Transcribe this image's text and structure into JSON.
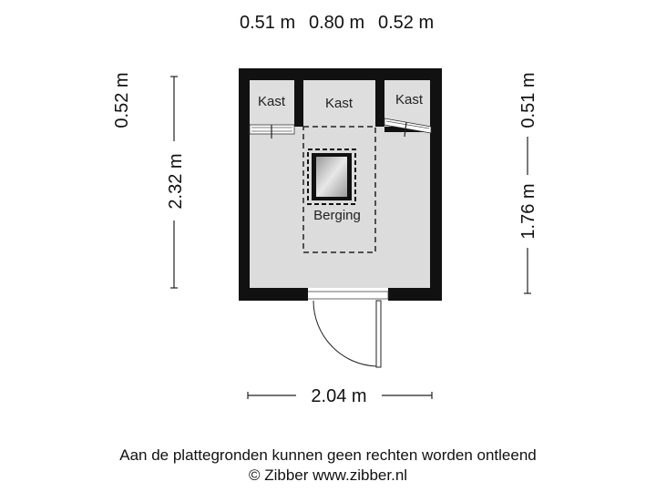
{
  "dimensions": {
    "top_left": "0.51 m",
    "top_middle": "0.80 m",
    "top_right": "0.52 m",
    "left_top": "0.52 m",
    "left_main": "2.32 m",
    "right_top": "0.51 m",
    "right_main": "1.76 m",
    "bottom": "2.04 m"
  },
  "rooms": {
    "closet_left": "Kast",
    "closet_middle": "Kast",
    "closet_right": "Kast",
    "storage": "Berging"
  },
  "footer": {
    "disclaimer": "Aan de plattegronden kunnen geen rechten worden ontleend",
    "copyright": "© Zibber www.zibber.nl"
  },
  "colors": {
    "wall": "#111111",
    "floor": "#dcdcdc",
    "closet_floor": "#dedede",
    "dimension_line": "#222222"
  }
}
